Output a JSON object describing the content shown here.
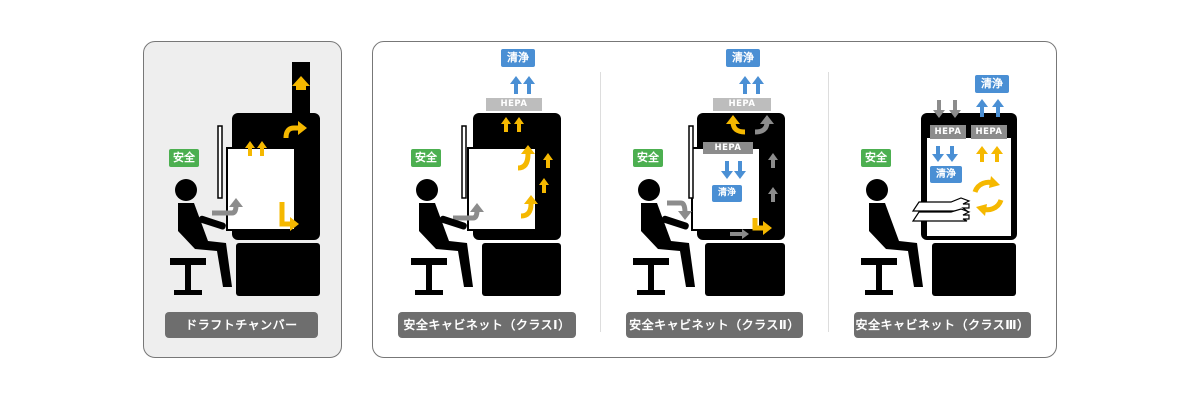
{
  "panels": [
    {
      "name": "draft-chamber",
      "caption": "ドラフトチャンバー",
      "safe_label": "安全"
    },
    {
      "name": "class1",
      "caption": "安全キャビネット（クラスⅠ）",
      "safe_label": "安全",
      "clean_label": "清浄",
      "hepa_label": "HEPA"
    },
    {
      "name": "class2",
      "caption": "安全キャビネット（クラスⅡ）",
      "safe_label": "安全",
      "clean_label": "清浄",
      "clean_inner_label": "清浄",
      "hepa_top_label": "HEPA",
      "hepa_inner_label": "HEPA"
    },
    {
      "name": "class3",
      "caption": "安全キャビネット（クラスⅢ）",
      "safe_label": "安全",
      "clean_label": "清浄",
      "clean_inner_label": "清浄",
      "hepa_left_label": "HEPA",
      "hepa_right_label": "HEPA"
    }
  ],
  "colors": {
    "safe": "#4caf50",
    "clean": "#4a8fd4",
    "exhaust": "#f5b800",
    "intake": "#8c8c8c",
    "panel_bg": "#eeeeee"
  }
}
